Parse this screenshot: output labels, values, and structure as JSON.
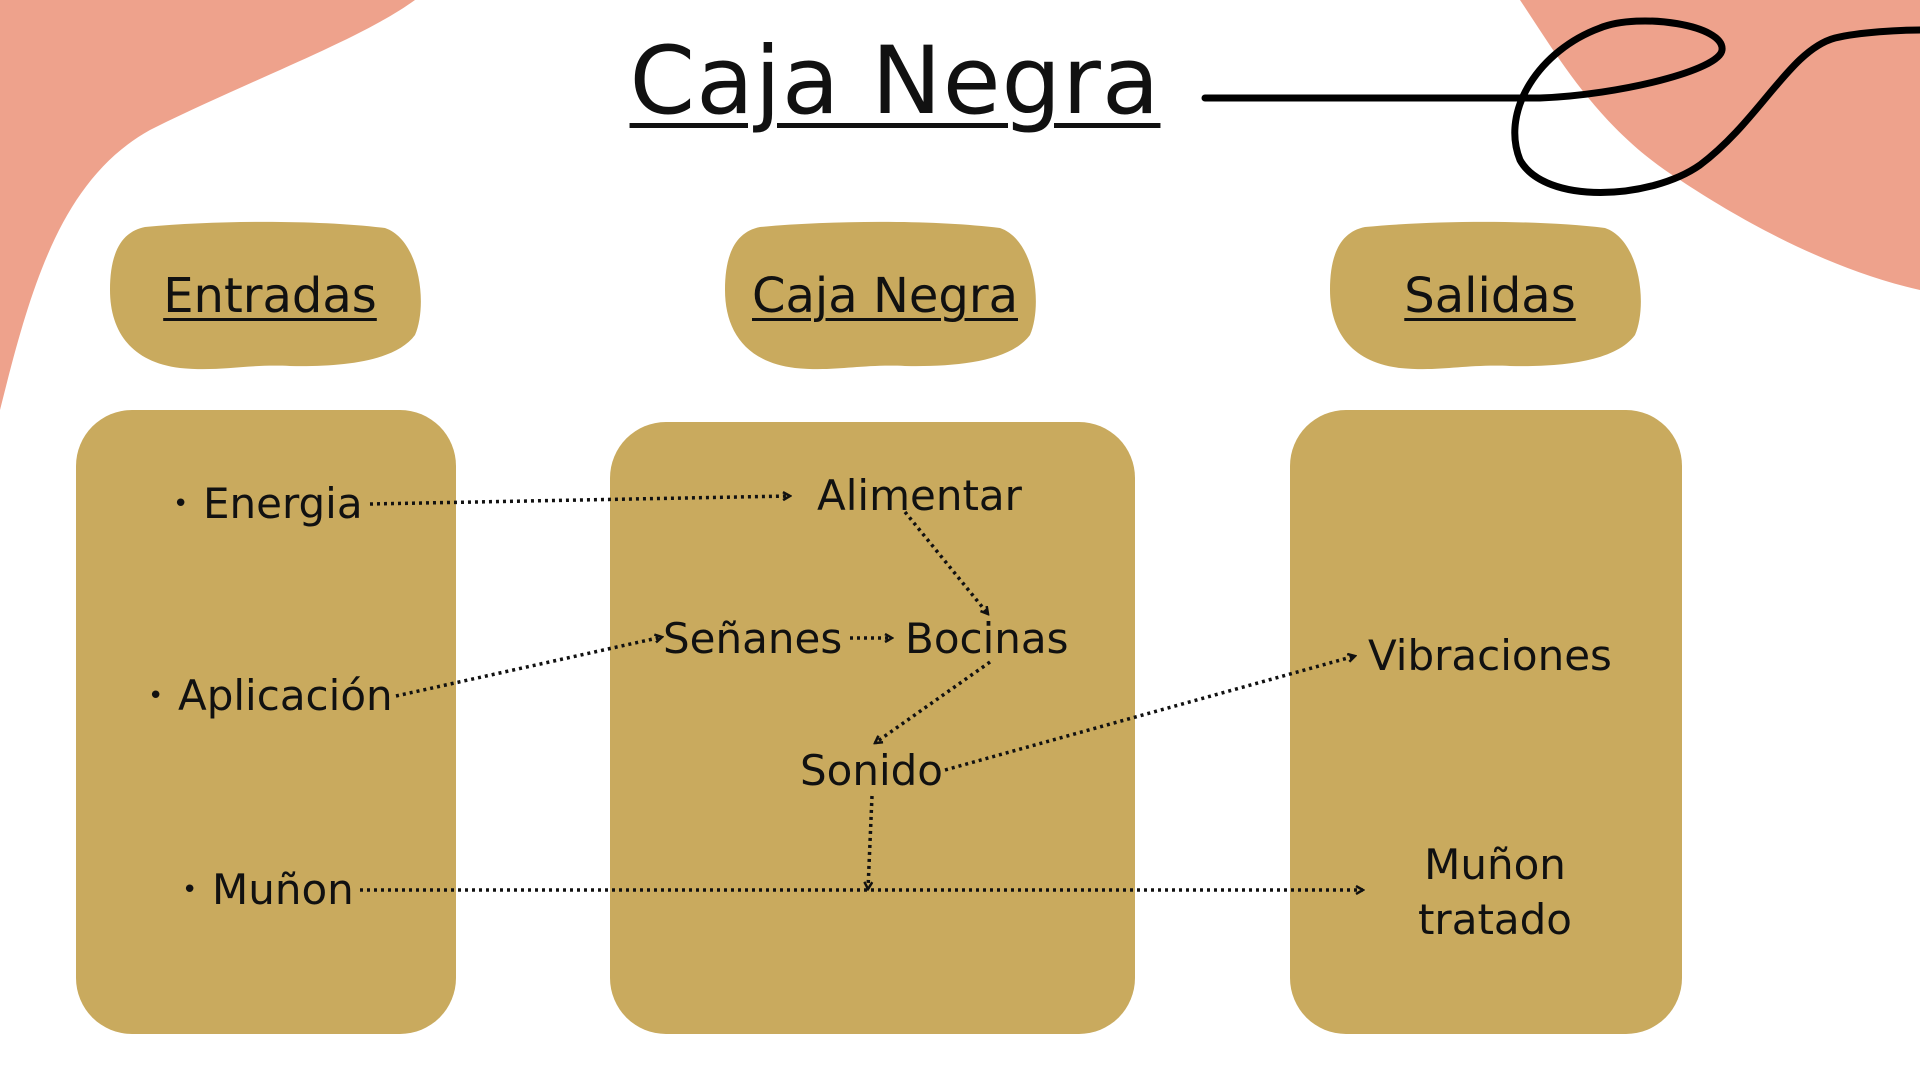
{
  "title": "Caja Negra",
  "colors": {
    "blob_pink": "#eea28c",
    "box_gold": "#c9aa5e",
    "text": "#111111"
  },
  "columns": {
    "inputs": {
      "label": "Entradas"
    },
    "blackbox": {
      "label": "Caja Negra"
    },
    "outputs": {
      "label": "Salidas"
    }
  },
  "nodes": {
    "energia": "Energia",
    "aplicacion": "Aplicación",
    "munon": "Muñon",
    "alimentar": "Alimentar",
    "senanes": "Señanes",
    "bocinas": "Bocinas",
    "sonido": "Sonido",
    "vibraciones": "Vibraciones",
    "munon_tratado": "Muñon tratado"
  },
  "connections": [
    {
      "from": "Energia",
      "to": "Alimentar"
    },
    {
      "from": "Alimentar",
      "to": "Bocinas"
    },
    {
      "from": "Aplicación",
      "to": "Señanes"
    },
    {
      "from": "Señanes",
      "to": "Bocinas"
    },
    {
      "from": "Bocinas",
      "to": "Sonido"
    },
    {
      "from": "Sonido",
      "to": "Vibraciones"
    },
    {
      "from": "Sonido",
      "to": "Muñon tratado"
    },
    {
      "from": "Muñon",
      "to": "Muñon tratado"
    }
  ]
}
